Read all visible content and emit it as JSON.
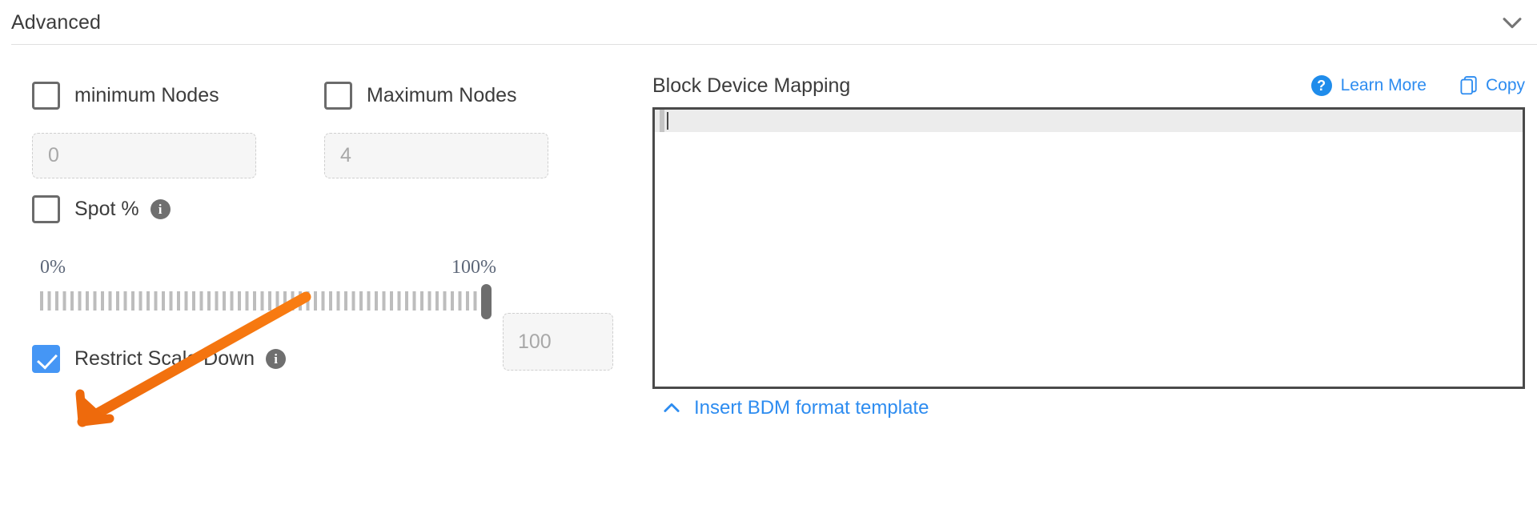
{
  "section": {
    "title": "Advanced",
    "collapse_icon": "chevron-down-icon"
  },
  "left": {
    "min_nodes": {
      "label": "minimum Nodes",
      "checked": false,
      "input_value": "0"
    },
    "max_nodes": {
      "label": "Maximum Nodes",
      "checked": false,
      "input_value": "4"
    },
    "spot": {
      "label": "Spot %",
      "checked": false,
      "info_icon": "info-icon",
      "info_glyph": "i"
    },
    "slider": {
      "min_label": "0%",
      "max_label": "100%",
      "value": 100,
      "value_box": "100"
    },
    "restrict_scale_down": {
      "label": "Restrict Scale Down",
      "checked": true,
      "info_icon": "info-icon",
      "info_glyph": "i"
    }
  },
  "right": {
    "title": "Block Device Mapping",
    "learn_more": "Learn More",
    "learn_more_icon": "question-mark-circle-icon",
    "copy": "Copy",
    "copy_icon": "copy-icon",
    "editor_content": "",
    "insert_template": "Insert BDM format template",
    "insert_icon": "chevron-up-icon"
  },
  "colors": {
    "accent_blue": "#2d8cf0",
    "checkbox_checked": "#4596f5",
    "annotation_orange": "#ef6c10",
    "text_primary": "#3c3c3c",
    "placeholder": "#a8a8a8",
    "editor_border": "#4a4a4a"
  },
  "annotation": {
    "type": "arrow",
    "color": "#ef6c10",
    "points_to": "restrict-scale-down-checkbox"
  }
}
